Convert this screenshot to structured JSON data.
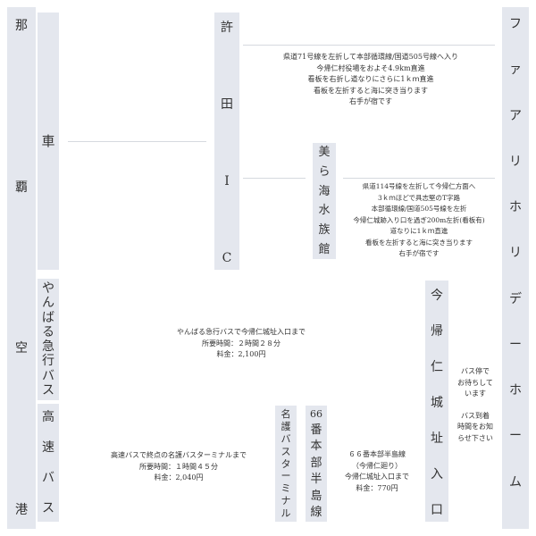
{
  "origin": {
    "label": "那覇空港"
  },
  "car": {
    "label": "車"
  },
  "kyoda_ic": {
    "label": "許田IC"
  },
  "aquarium": {
    "label": "美ら海水族館"
  },
  "yanbaru_bus": {
    "label": "やんばる急行バス"
  },
  "express_bus": {
    "label": "高速バス"
  },
  "nago_terminal": {
    "label": "名護バスターミナル"
  },
  "route66": {
    "label": "66番本部半島線"
  },
  "nakijin_entrance": {
    "label": "今帰仁城址入口"
  },
  "destination": {
    "label": "ファアリホリデーホーム"
  },
  "notes": {
    "kyoda_route": [
      "県道71号線を左折して本部循環線/国道505号線へ入り",
      "今帰仁村役場をおよそ4.9km直進",
      "看板を右折し道なりにさらに1ｋｍ直進",
      "看板を左折すると海に突き当ります",
      "右手が宿です"
    ],
    "aquarium_route": [
      "県道114号線を左折して今帰仁方面へ",
      "3ｋｍほどで具志堅のT字路",
      "本部循環線/国道505号線を左折",
      "今帰仁城跡入り口を過ぎ200m左折(看板有)",
      "道なりに1ｋｍ直進",
      "看板を左折すると海に突き当ります",
      "右手が宿です"
    ],
    "yanbaru": [
      "やんばる急行バスで今帰仁城址入口まで",
      "所要時間：２時間２８分",
      "料金：2,100円"
    ],
    "express": [
      "高速バスで終点の名護バスターミナルまで",
      "所要時間：１時間４５分",
      "料金：2,040円"
    ],
    "route66_note": [
      "６６番本部半島線",
      "（今帰仁廻り）",
      "今帰仁城址入口まで",
      "料金：770円"
    ],
    "pickup": [
      "バス停で",
      "お待ちして",
      "います",
      "",
      "バス到着",
      "時間をお知",
      "らせ下さい"
    ]
  }
}
